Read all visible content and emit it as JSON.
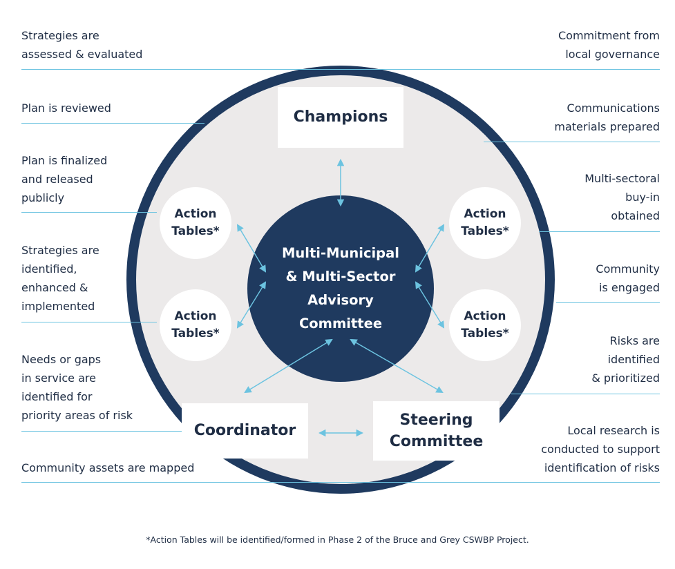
{
  "colors": {
    "navy": "#1f3a5f",
    "ring_fill": "#eceaea",
    "accent_line": "#6cc3e0",
    "text": "#1f2d44"
  },
  "left_steps": [
    {
      "text": "Strategies are\nassessed & evaluated"
    },
    {
      "text": "Plan is reviewed"
    },
    {
      "text": "Plan is finalized\nand released\npublicly"
    },
    {
      "text": "Strategies are\nidentified,\nenhanced &\nimplemented"
    },
    {
      "text": "Needs or gaps\nin service are\nidentified for\npriority areas of risk"
    },
    {
      "text": "Community assets are mapped"
    }
  ],
  "right_steps": [
    {
      "text": "Commitment from\nlocal governance"
    },
    {
      "text": "Communications\nmaterials prepared"
    },
    {
      "text": "Multi-sectoral\nbuy-in\nobtained"
    },
    {
      "text": "Community\nis engaged"
    },
    {
      "text": "Risks are\nidentified\n& prioritized"
    },
    {
      "text": "Local research is\nconducted to support\nidentification of risks"
    }
  ],
  "center": {
    "label": "Multi-Municipal\n& Multi-Sector\nAdvisory\nCommittee"
  },
  "boxes": {
    "champions": "Champions",
    "coordinator": "Coordinator",
    "steering": "Steering\nCommittee"
  },
  "action_tables": [
    {
      "label": "Action\nTables*"
    },
    {
      "label": "Action\nTables*"
    },
    {
      "label": "Action\nTables*"
    },
    {
      "label": "Action\nTables*"
    }
  ],
  "footnote": "*Action Tables will be identified/formed in Phase 2 of the Bruce and Grey CSWBP Project."
}
